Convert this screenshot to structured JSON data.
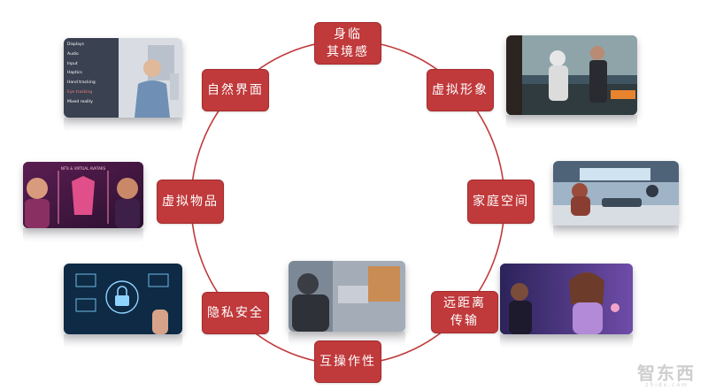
{
  "diagram": {
    "nodes": [
      {
        "id": "n1",
        "label_line1": "身临",
        "label_line2": "其境感"
      },
      {
        "id": "n2",
        "label_line1": "虚拟形象",
        "label_line2": ""
      },
      {
        "id": "n3",
        "label_line1": "家庭空间",
        "label_line2": ""
      },
      {
        "id": "n4",
        "label_line1": "远距离",
        "label_line2": "传输"
      },
      {
        "id": "n5",
        "label_line1": "互操作性",
        "label_line2": ""
      },
      {
        "id": "n6",
        "label_line1": "隐私安全",
        "label_line2": ""
      },
      {
        "id": "n7",
        "label_line1": "虚拟物品",
        "label_line2": ""
      },
      {
        "id": "n8",
        "label_line1": "自然界面",
        "label_line2": ""
      }
    ],
    "menu_items": [
      "Displays",
      "Audio",
      "Input",
      "Haptics",
      "Hand tracking",
      "Eye tracking",
      "Mixed reality"
    ],
    "banner_text": "NFTs & VIRTUAL AVATARS"
  },
  "colors": {
    "node_fill": "#c0393b",
    "ring_stroke": "#c0393b",
    "node_text": "#ffffff"
  },
  "watermark": {
    "text": "智东西",
    "subtext": "zhidx.com"
  }
}
